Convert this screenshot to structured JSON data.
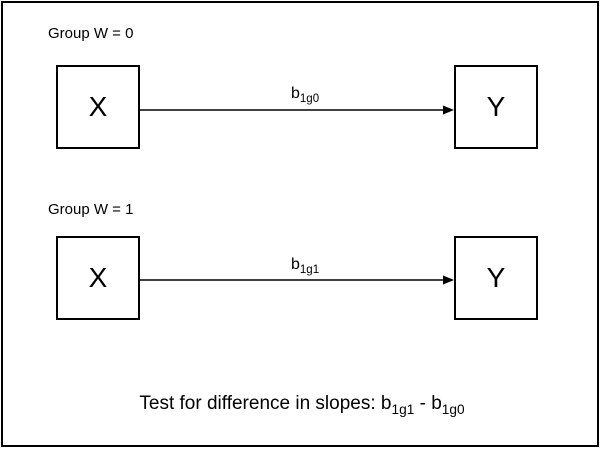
{
  "groups": [
    {
      "label": "Group W = 0",
      "source": "X",
      "target": "Y",
      "path": {
        "base": "b",
        "subscript": "1g0"
      }
    },
    {
      "label": "Group W = 1",
      "source": "X",
      "target": "Y",
      "path": {
        "base": "b",
        "subscript": "1g1"
      }
    }
  ],
  "test": {
    "prefix": "Test for difference in slopes: ",
    "term1_base": "b",
    "term1_sub": "1g1",
    "operator": " - ",
    "term2_base": "b",
    "term2_sub": "1g0"
  },
  "colors": {
    "stroke": "#000000",
    "background": "#ffffff"
  }
}
